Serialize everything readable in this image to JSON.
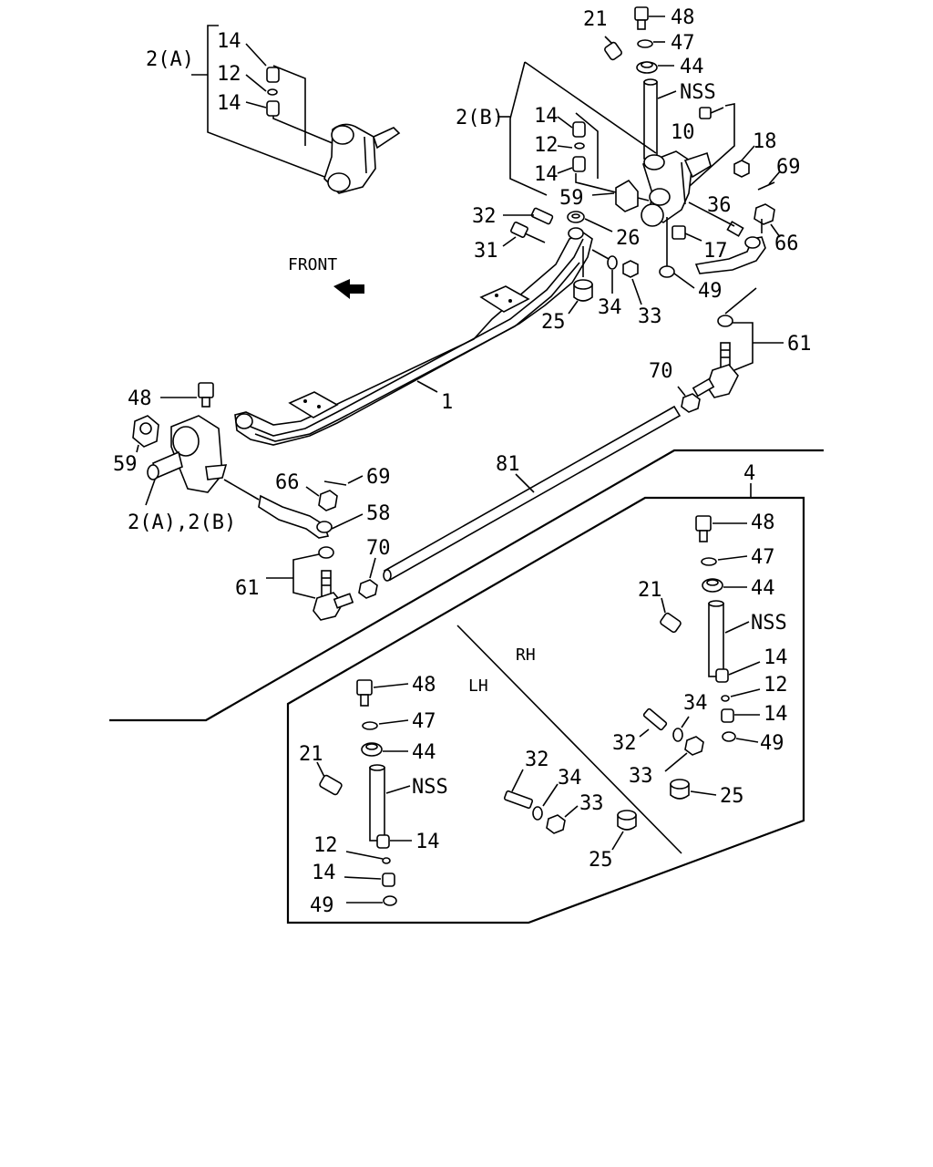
{
  "labels": {
    "front": "FRONT",
    "rh": "RH",
    "lh": "LH",
    "p1": "1",
    "p2a": "2(A)",
    "p2b": "2(B)",
    "p2ab": "2(A),2(B)",
    "p4": "4",
    "p10": "10",
    "p12": "12",
    "p14": "14",
    "p17": "17",
    "p18": "18",
    "p21": "21",
    "p25": "25",
    "p26": "26",
    "p31": "31",
    "p32": "32",
    "p33": "33",
    "p34": "34",
    "p36": "36",
    "p44": "44",
    "p47": "47",
    "p48": "48",
    "p49": "49",
    "p58": "58",
    "p59": "59",
    "p61": "61",
    "p66": "66",
    "p69": "69",
    "p70": "70",
    "p81": "81",
    "nss": "NSS"
  }
}
